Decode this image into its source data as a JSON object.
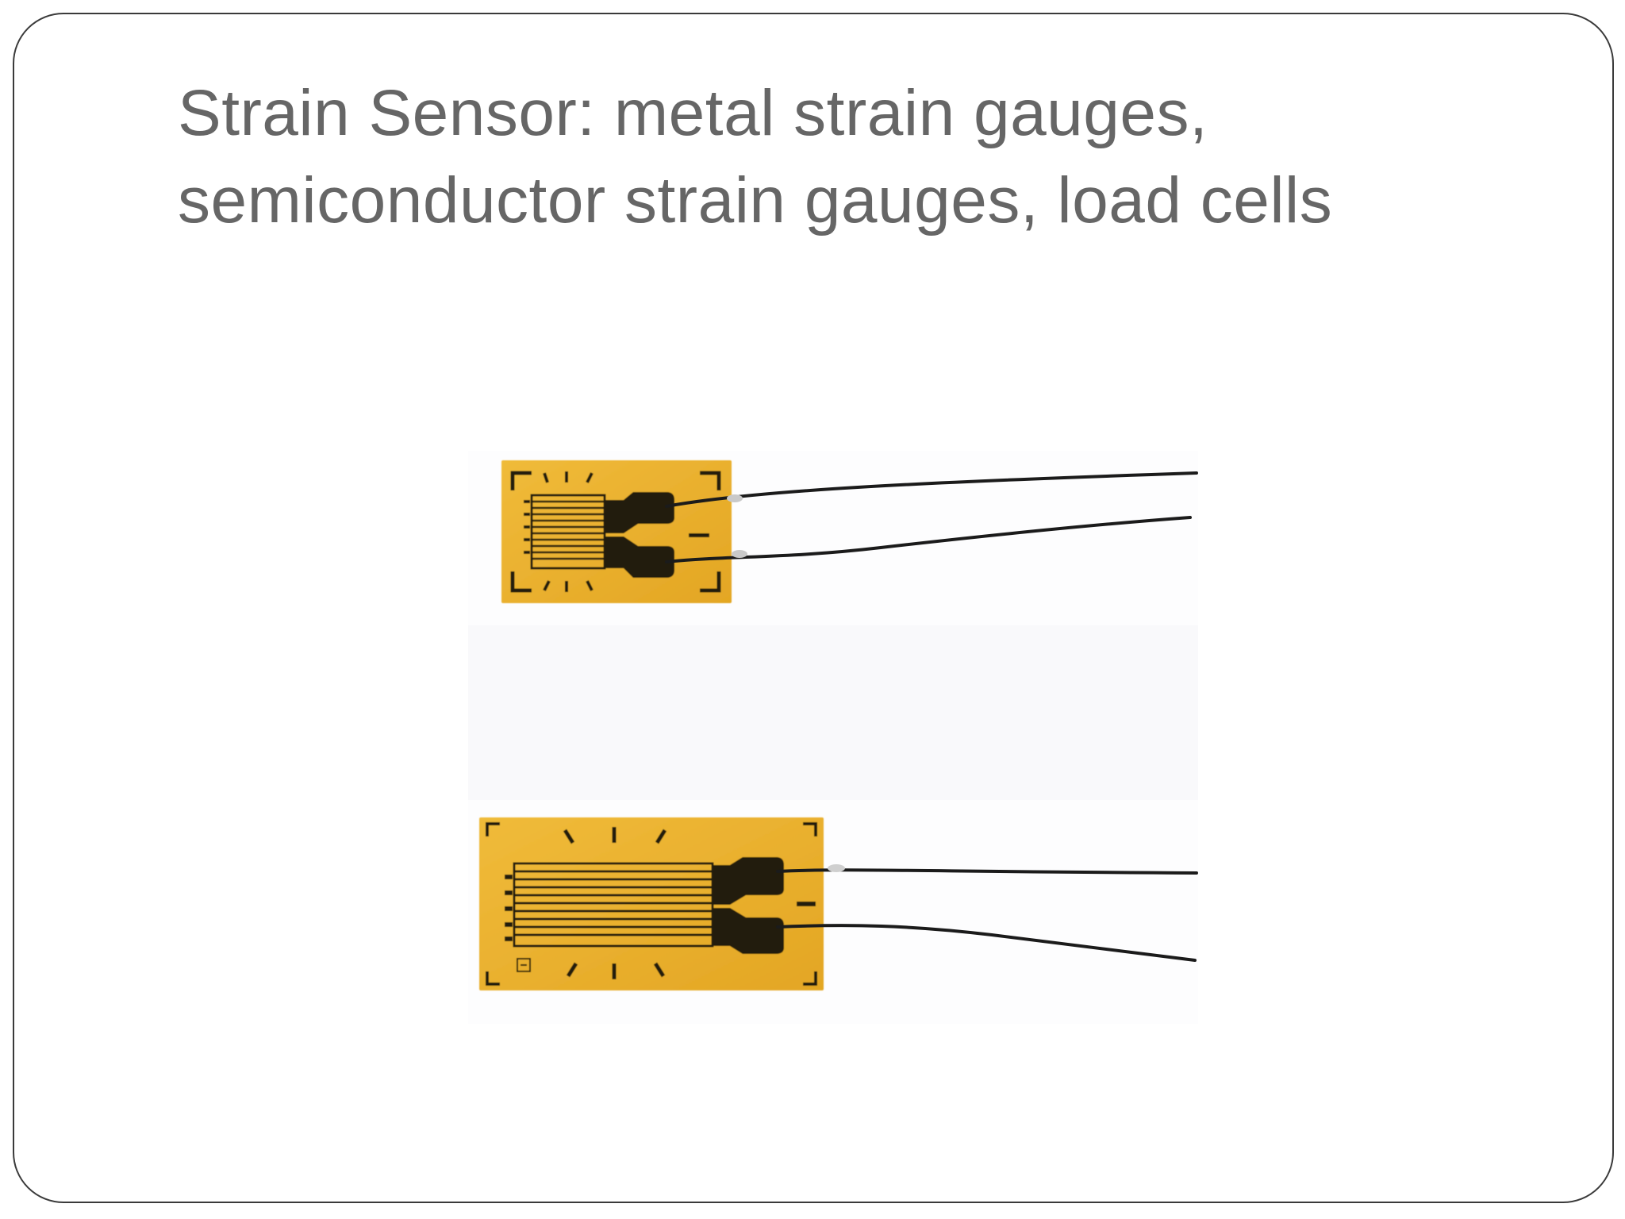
{
  "slide": {
    "title_lines": [
      "Strain Sensor: metal strain gauges,",
      "semiconductor strain gauges, load cells"
    ]
  },
  "image": {
    "subject": "photo-strain-gauges",
    "colors": {
      "gauge_backing": "#e8ac2a",
      "gauge_backing_light": "#f1bd3c",
      "grid_trace": "#231a0c",
      "lead_wire": "#1b1b1b",
      "frame_border": "#3a3a3a",
      "title_text": "#666666"
    }
  }
}
